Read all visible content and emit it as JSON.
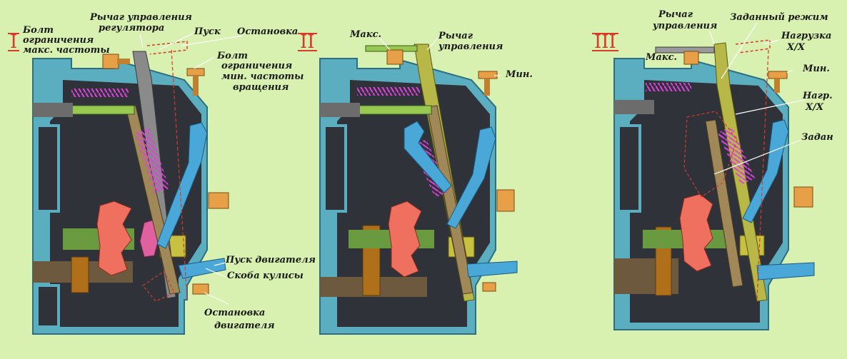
{
  "panel1": {
    "numeral": "I",
    "labels": {
      "regulator_lever_1": "Рычаг управления",
      "regulator_lever_2": "регулятора",
      "start": "Пуск",
      "stop": "Остановка",
      "max_bolt_1": "Болт",
      "max_bolt_2": "ограничения",
      "max_bolt_3": "макс. частоты",
      "min_bolt_1": "Болт",
      "min_bolt_2": "ограничения",
      "min_bolt_3": "мин. частоты",
      "min_bolt_4": "вращения",
      "engine_start": "Пуск двигателя",
      "rocker_bracket": "Скоба кулисы",
      "engine_stop_1": "Остановка",
      "engine_stop_2": "двигателя"
    }
  },
  "panel2": {
    "numeral": "II",
    "labels": {
      "max": "Макс.",
      "lever_1": "Рычаг",
      "lever_2": "управления",
      "min": "Мин."
    }
  },
  "panel3": {
    "numeral": "III",
    "labels": {
      "lever_1": "Рычаг",
      "lever_2": "управления",
      "set_mode": "Заданный режим",
      "max": "Макс.",
      "idle_load_1": "Нагрузка",
      "idle_load_2": "Х/Х",
      "min": "Мин.",
      "idle_load_short_1": "Нагр.",
      "idle_load_short_2": "Х/Х",
      "set": "Задан"
    }
  },
  "colors": {
    "background": "#d8f0b0",
    "housing": "#5aaec0",
    "housing_inner": "#2f3238",
    "spring": "#e040e0",
    "lever_gray": "#8a8a8a",
    "lever_olive": "#b8b848",
    "bracket_blue": "#4aa8d8",
    "cam_red": "#f07060",
    "weight_pink": "#e060a0",
    "bolt_orange": "#e8a048",
    "link_green": "#98c850",
    "numeral_red": "#d83a28"
  }
}
